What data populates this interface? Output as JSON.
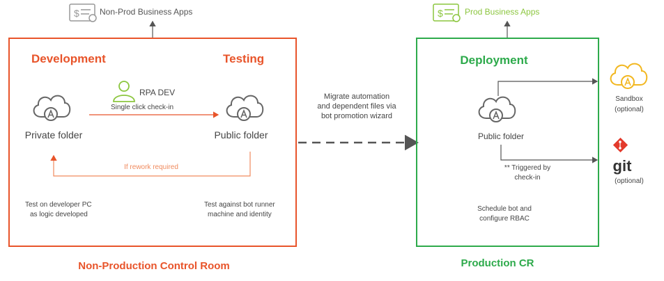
{
  "nonprod": {
    "app_label": "Non-Prod Business Apps",
    "development_title": "Development",
    "testing_title": "Testing",
    "private_folder": "Private folder",
    "public_folder": "Public folder",
    "rpa_dev": "RPA DEV",
    "single_click": "Single click check-in",
    "rework": "If rework required",
    "test_dev_line1": "Test on developer PC",
    "test_dev_line2": "as logic developed",
    "test_runner_line1": "Test against bot runner",
    "test_runner_line2": "machine and identity",
    "room_title": "Non-Production Control Room"
  },
  "migrate": {
    "line1": "Migrate automation",
    "line2": "and dependent files via",
    "line3": "bot promotion wizard"
  },
  "prod": {
    "app_label": "Prod Business Apps",
    "deployment_title": "Deployment",
    "public_folder": "Public folder",
    "triggered_line1": "** Triggered by",
    "triggered_line2": "check-in",
    "schedule_line1": "Schedule bot and",
    "schedule_line2": "configure RBAC",
    "room_title": "Production CR"
  },
  "side": {
    "sandbox": "Sandbox",
    "sandbox_optional": "(optional)",
    "git": "git",
    "git_optional": "(optional)"
  },
  "colors": {
    "orange": "#e8542a",
    "light_orange": "#f08a5d",
    "green": "#2daa4b",
    "light_green": "#8cc63f",
    "gray": "#666666",
    "yellow": "#f2b720",
    "git_red": "#e33a2c"
  }
}
